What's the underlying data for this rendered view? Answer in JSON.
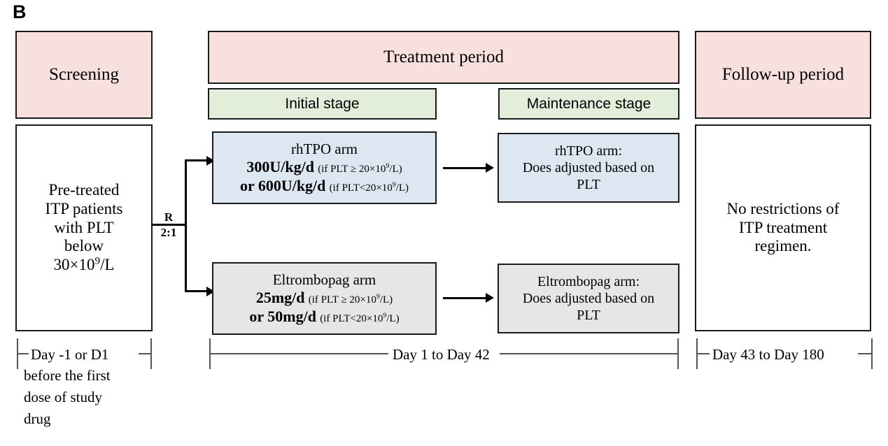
{
  "panel": {
    "label": "B"
  },
  "colors": {
    "pink": "#f7e0dd",
    "green": "#e2eed9",
    "blue": "#dce7f2",
    "grey": "#e6e6e6",
    "border": "#1a1a1a",
    "timeline": "#555555"
  },
  "headers": {
    "screening": "Screening",
    "treatment_period": "Treatment period",
    "followup_period": "Follow-up period",
    "initial_stage": "Initial stage",
    "maintenance_stage": "Maintenance stage"
  },
  "population": {
    "line1": "Pre-treated",
    "line2": "ITP patients",
    "line3": "with PLT",
    "line4": "below",
    "line5_prefix": "30×10",
    "line5_sup": "9",
    "line5_suffix": "/L"
  },
  "randomization": {
    "label": "R",
    "ratio": "2:1"
  },
  "arms": {
    "rhtpo_initial": {
      "title": "rhTPO  arm",
      "dose1": "300U/kg/d",
      "cond1_pre": "(if PLT ≥ 20×10",
      "cond1_sup": "9",
      "cond1_post": "/L)",
      "dose2": "or 600U/kg/d",
      "cond2_pre": "(if PLT<20×10",
      "cond2_sup": "9",
      "cond2_post": "/L)"
    },
    "eltrombopag_initial": {
      "title": "Eltrombopag arm",
      "dose1": "25mg/d",
      "cond1_pre": "(if PLT ≥ 20×10",
      "cond1_sup": "9",
      "cond1_post": "/L)",
      "dose2": "or 50mg/d",
      "cond2_pre": "(if PLT<20×10",
      "cond2_sup": "9",
      "cond2_post": "/L)"
    },
    "rhtpo_maintenance": {
      "line1": "rhTPO  arm:",
      "line2": "Does adjusted based on",
      "line3": "PLT"
    },
    "eltrombopag_maintenance": {
      "line1": "Eltrombopag arm:",
      "line2": "Does adjusted based on",
      "line3": "PLT"
    }
  },
  "followup": {
    "line1": "No restrictions of",
    "line2": "ITP treatment",
    "line3": "regimen."
  },
  "timeline": {
    "screening": {
      "line1": "Day -1 or D1",
      "line2": "before the first",
      "line3": "dose of study",
      "line4": "drug"
    },
    "treatment": "Day 1 to Day 42",
    "followup": "Day 43 to Day 180"
  }
}
